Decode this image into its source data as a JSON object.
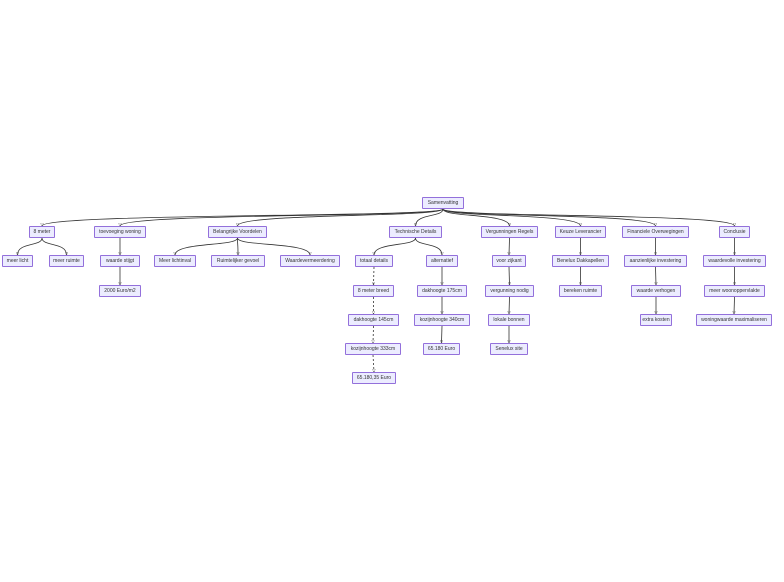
{
  "colors": {
    "node_fill": "#ECECFF",
    "node_border": "#9370DB",
    "edge": "#333333",
    "text": "#333333"
  },
  "root": {
    "label": "Samenvatting"
  },
  "branches": [
    {
      "id": "b0",
      "label": "8 meter",
      "children": [
        {
          "label": "meer licht"
        },
        {
          "label": "meer ruimte"
        }
      ]
    },
    {
      "id": "b1",
      "label": "toevoeging woning",
      "chain": [
        "waarde stijgt",
        "2000 Euro/m2"
      ]
    },
    {
      "id": "b2",
      "label": "Belangrijke Voordelen",
      "children": [
        {
          "label": "Meer lichtinval"
        },
        {
          "label": "Ruimtelijker gevoel"
        },
        {
          "label": "Waardevermeerdering"
        }
      ]
    },
    {
      "id": "b3",
      "label": "Technische Details",
      "subbranches": [
        {
          "label": "totaal details",
          "chain": [
            "8 meter breed",
            "dakhoogte 145cm",
            "kozijnhoogte 333cm",
            "65.180,35 Euro"
          ]
        },
        {
          "label": "alternatief",
          "chain": [
            "dakhoogte 175cm",
            "kozijnhoogte 340cm",
            "65.180 Euro"
          ]
        }
      ]
    },
    {
      "id": "b4",
      "label": "Vergunningen Regels",
      "chain": [
        "voor zijkant",
        "vergunning nodig",
        "lokale bonnen",
        "Senelux site"
      ]
    },
    {
      "id": "b5",
      "label": "Keuze Leverancier",
      "chain": [
        "Benelux Dakkapellen",
        "bereken ruimte"
      ]
    },
    {
      "id": "b6",
      "label": "Financiele Overwegingen",
      "chain": [
        "aanzienlijke investering",
        "waarde verhogen",
        "extra kosten"
      ]
    },
    {
      "id": "b7",
      "label": "Conclusie",
      "chain": [
        "waardevolle investering",
        "meer woonoppervlakte",
        "woningwaarde maximaliseren"
      ]
    }
  ]
}
